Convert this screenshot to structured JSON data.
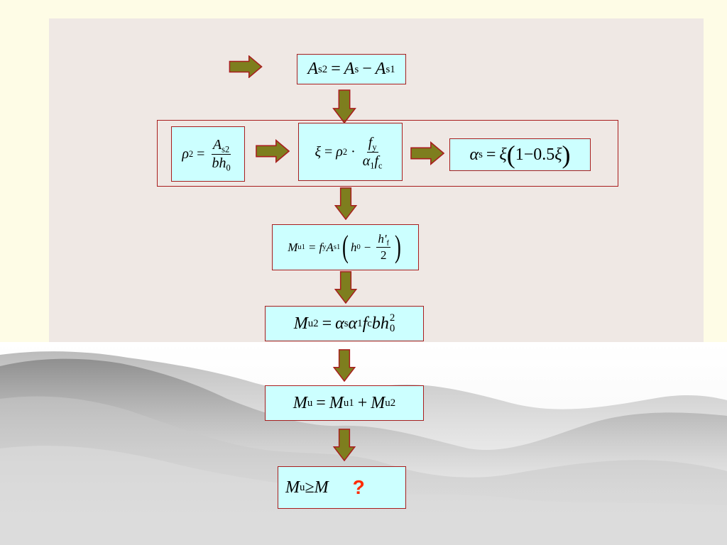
{
  "steps": {
    "as2": {
      "lhs": "A",
      "lhs_sub": "s2",
      "eq": "=",
      "a": "A",
      "a_sub": "s",
      "minus": "−",
      "b": "A",
      "b_sub": "s1"
    },
    "rho2": {
      "lhs": "ρ",
      "lhs_sub": "2",
      "eq": "=",
      "num": "A",
      "num_sub": "s2",
      "den": "bh",
      "den_sub": "0"
    },
    "xi": {
      "lhs": "ξ",
      "eq": "=",
      "rho": "ρ",
      "rho_sub": "2",
      "dot": "·",
      "num": "f",
      "num_sub": "y",
      "den_a": "α",
      "den_a_sub": "1",
      "den_f": "f",
      "den_f_sub": "c"
    },
    "alpha_s": {
      "lhs": "α",
      "lhs_sub": "s",
      "eq": "=",
      "xi": "ξ",
      "open": "(",
      "body": "1−0.5",
      "xi2": "ξ",
      "close": ")"
    },
    "mu1": {
      "lhs": "M",
      "lhs_sub": "u1",
      "eq": "=",
      "f": "f",
      "f_sub": "y",
      "a": "A",
      "a_sub": "s1",
      "open": "(",
      "h0": "h",
      "h0_sub": "0",
      "minus": "−",
      "num": "h'",
      "num_sub": "f",
      "den": "2",
      "close": ")"
    },
    "mu2": {
      "lhs": "M",
      "lhs_sub": "u2",
      "eq": "=",
      "alpha_s": "α",
      "alpha_s_sub": "s",
      "alpha1": "α",
      "alpha1_sub": "1",
      "f": "f",
      "f_sub": "c",
      "bh": "bh",
      "bh_sub": "0",
      "bh_sup": "2"
    },
    "mu": {
      "lhs": "M",
      "lhs_sub": "u",
      "eq": "=",
      "a": "M",
      "a_sub": "u1",
      "plus": "+",
      "b": "M",
      "b_sub": "u2"
    },
    "check": {
      "lhs": "M",
      "lhs_sub": "u",
      "geq": "≥",
      "rhs": "M",
      "question": "?"
    }
  },
  "colors": {
    "page": "#fefce6",
    "panel": "#efe8e4",
    "box_fill": "#ccffff",
    "box_border": "#a81d1d",
    "arrow_fill": "#7e7e1e",
    "arrow_border": "#a81d1d",
    "question": "#ff2a00"
  }
}
